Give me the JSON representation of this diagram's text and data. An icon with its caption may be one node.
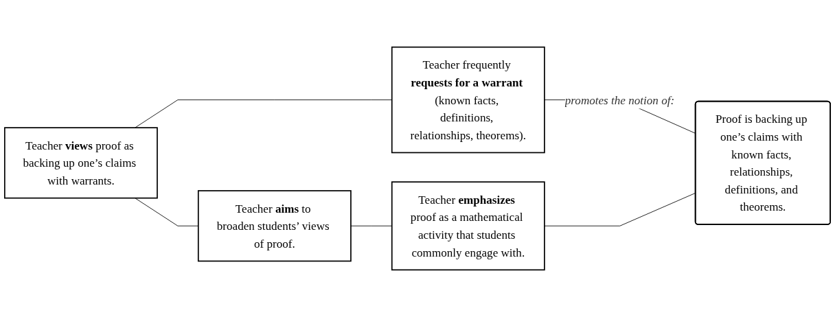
{
  "diagram": {
    "nodes": [
      {
        "text": [
          "Teacher **views** proof as backing up one’s claims with warrants."
        ]
      },
      {
        "text": [
          "Teacher frequently **requests for a warrant** (known facts, definitions, relationships, theorems)."
        ]
      },
      {
        "text": [
          "Teacher **aims** to broaden students’ views of proof."
        ]
      },
      {
        "text": [
          "Teacher **emphasizes** proof as a mathematical activity that students commonly engage with."
        ]
      },
      {
        "text": [
          "Proof is backing up one’s claims with known facts, relationships, definitions, and theorems."
        ]
      }
    ],
    "edges": [
      {
        "from": 0,
        "to": 1,
        "arrow": "none"
      },
      {
        "from": 0,
        "to": 2,
        "arrow": "none"
      },
      {
        "from": 2,
        "to": 3,
        "arrow": "none"
      },
      {
        "from": 1,
        "to": 4,
        "arrow": "none",
        "label": "promotes the notion of:"
      },
      {
        "from": 3,
        "to": 4,
        "arrow": "none"
      }
    ]
  }
}
